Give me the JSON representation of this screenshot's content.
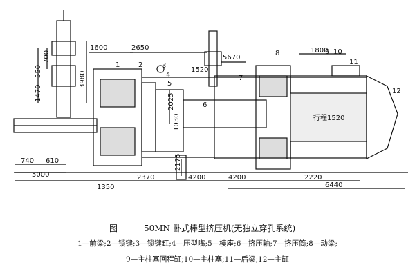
{
  "dimensions": {
    "d1600": "1600",
    "d2650": "2650",
    "d700": "700",
    "d550": "550",
    "d1470": "1470",
    "d3980": "3980",
    "d5670": "5670",
    "d1520a": "1520",
    "d1800": "1800",
    "d2025": "2025",
    "d1030": "1030",
    "d2175": "2175",
    "d740": "740",
    "d610": "610",
    "d5000": "5000",
    "d1350": "1350",
    "d2370": "2370",
    "d4200a": "4200",
    "d4200b": "4200",
    "d2220": "2220",
    "d6440": "6440",
    "stroke_label": "行程1520"
  },
  "part_numbers": [
    "1",
    "2",
    "3",
    "4",
    "5",
    "6",
    "7",
    "8",
    "9",
    "10",
    "11",
    "12"
  ],
  "caption": {
    "fig_label": "图",
    "title": "50MN 卧式棒型挤压机(无独立穿孔系统)",
    "legend_line1": "1—前梁;2—锁键;3—锁键缸;4—压型嘴;5—模座;6—挤压轴;7—挤压筒;8—动梁;",
    "legend_line2": "9—主柱塞回程缸;10—主柱塞;11—后梁;12—主缸"
  },
  "colors": {
    "ink": "#111111",
    "background": "#ffffff"
  }
}
